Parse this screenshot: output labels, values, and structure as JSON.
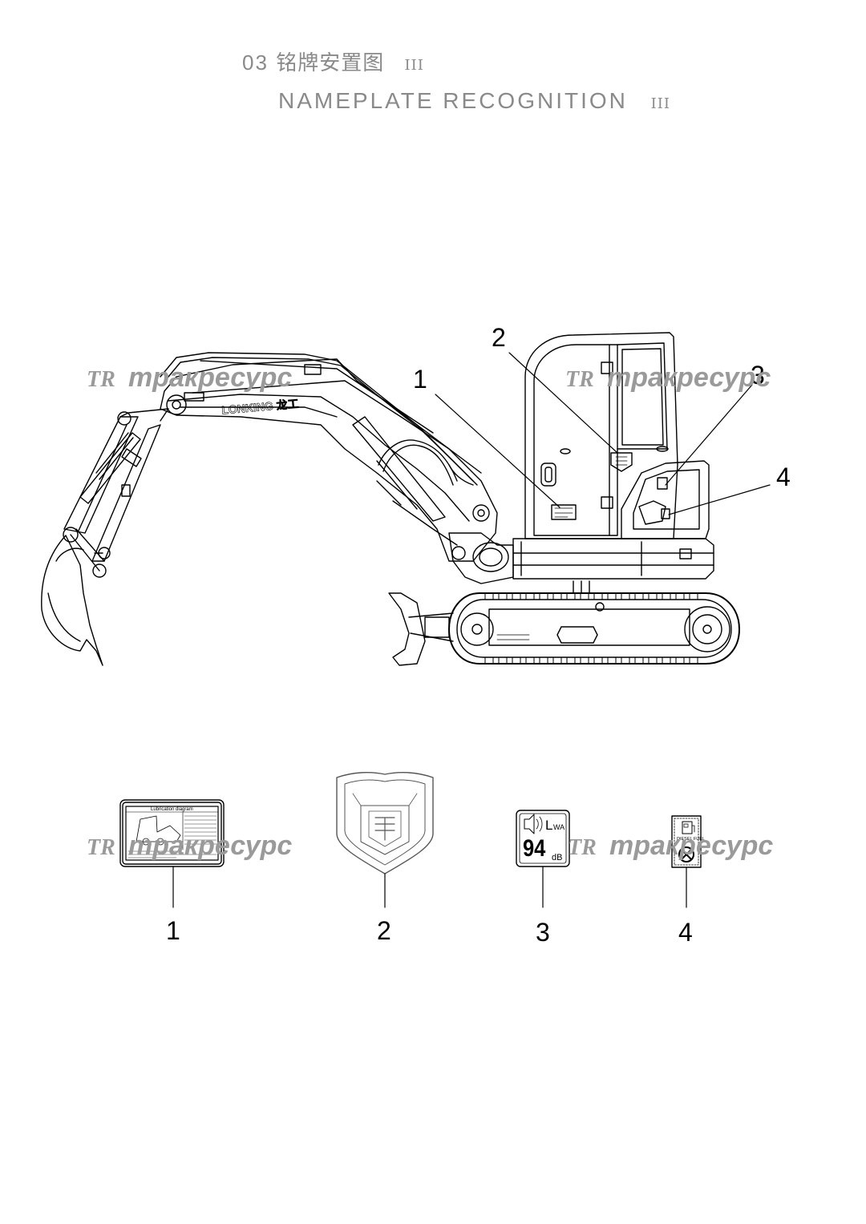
{
  "title": {
    "number": "03",
    "chinese": "铭牌安置图",
    "english": "NAMEPLATE RECOGNITION",
    "roman": "III"
  },
  "brand_on_boom": "LONKING 龙工",
  "watermark": {
    "logo": "TR",
    "text": "тракресурс",
    "color": "#9a9a9a"
  },
  "callouts_machine": [
    "1",
    "2",
    "3",
    "4"
  ],
  "parts": [
    {
      "number": "1",
      "icon": "lubrication-diagram-plate-icon",
      "heading": "Lubrication diagram"
    },
    {
      "number": "2",
      "icon": "lonking-emblem-icon"
    },
    {
      "number": "3",
      "icon": "sound-power-label-icon",
      "level": "94",
      "symbol": "L",
      "subscript": "WA",
      "unit": "dB"
    },
    {
      "number": "4",
      "icon": "diesel-fuel-label-icon",
      "label": "DIESEL FUEL"
    }
  ]
}
